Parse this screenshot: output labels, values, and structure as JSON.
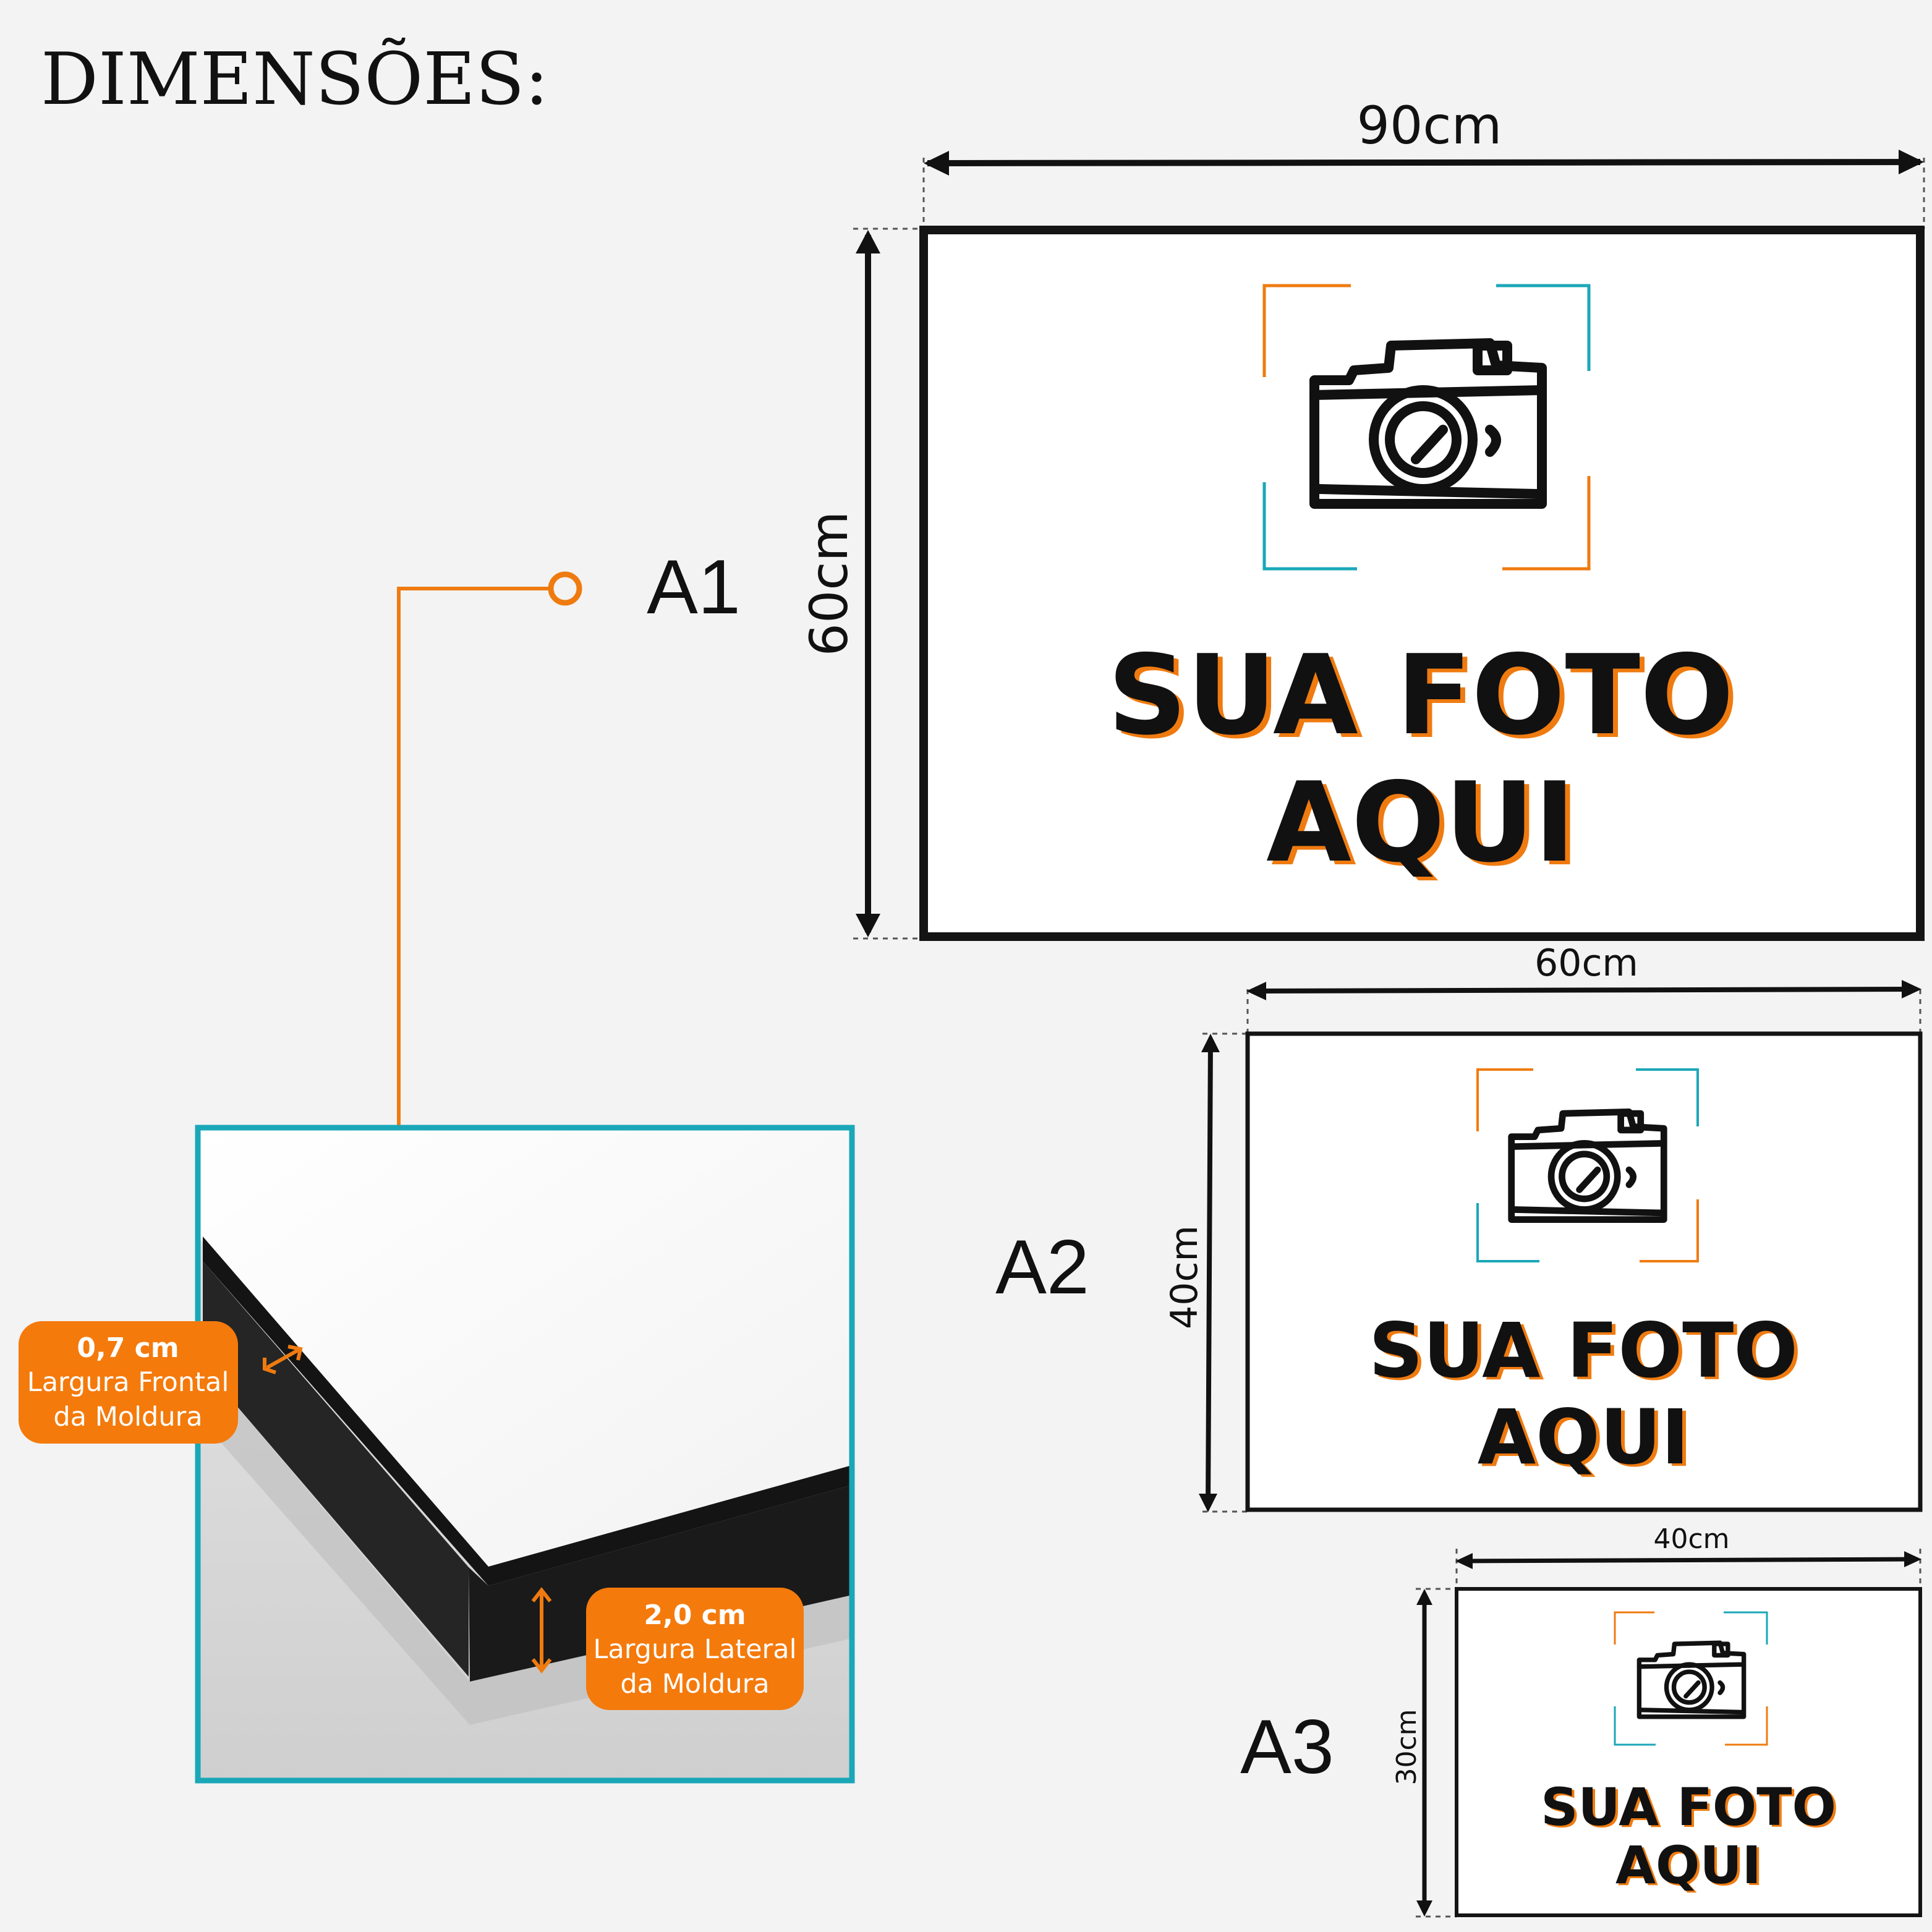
{
  "heading": "DIMENSÕES:",
  "sizes": [
    {
      "name": "A1",
      "width_label": "90cm",
      "height_label": "60cm",
      "line1": "SUA FOTO",
      "line2": "AQUI"
    },
    {
      "name": "A2",
      "width_label": "60cm",
      "height_label": "40cm",
      "line1": "SUA FOTO",
      "line2": "AQUI"
    },
    {
      "name": "A3",
      "width_label": "40cm",
      "height_label": "30cm",
      "line1": "SUA FOTO",
      "line2": "AQUI"
    }
  ],
  "frame_detail": {
    "front": {
      "value": "0,7 cm",
      "line1": "Largura Frontal",
      "line2": "da Moldura"
    },
    "side": {
      "value": "2,0 cm",
      "line1": "Largura Lateral",
      "line2": "da Moldura"
    }
  },
  "colors": {
    "background": "#f3f3f3",
    "frame": "#111111",
    "accent_orange": "#ef7b10",
    "accent_teal": "#1aa7b8",
    "badge_orange": "#f47a0c"
  },
  "icons": [
    "camera-icon"
  ]
}
